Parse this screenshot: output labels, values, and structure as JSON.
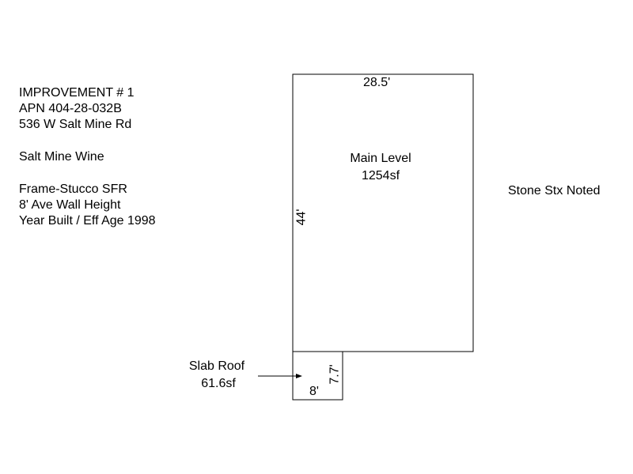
{
  "info": {
    "improvement": "IMPROVEMENT # 1",
    "apn": "APN 404-28-032B",
    "address": "536 W Salt Mine Rd",
    "owner": "Salt Mine Wine",
    "construction": "Frame-Stucco SFR",
    "wall_height": "8' Ave Wall Height",
    "year_built": "Year Built / Eff Age 1998"
  },
  "main_level": {
    "label": "Main Level",
    "area": "1254sf",
    "width_dim": "28.5'",
    "depth_dim": "44'"
  },
  "slab_roof": {
    "label": "Slab Roof",
    "area": "61.6sf",
    "width_dim": "8'",
    "depth_dim": "7.7'"
  },
  "note": "Stone Stx Noted",
  "colors": {
    "line": "#000000",
    "background": "#ffffff"
  }
}
